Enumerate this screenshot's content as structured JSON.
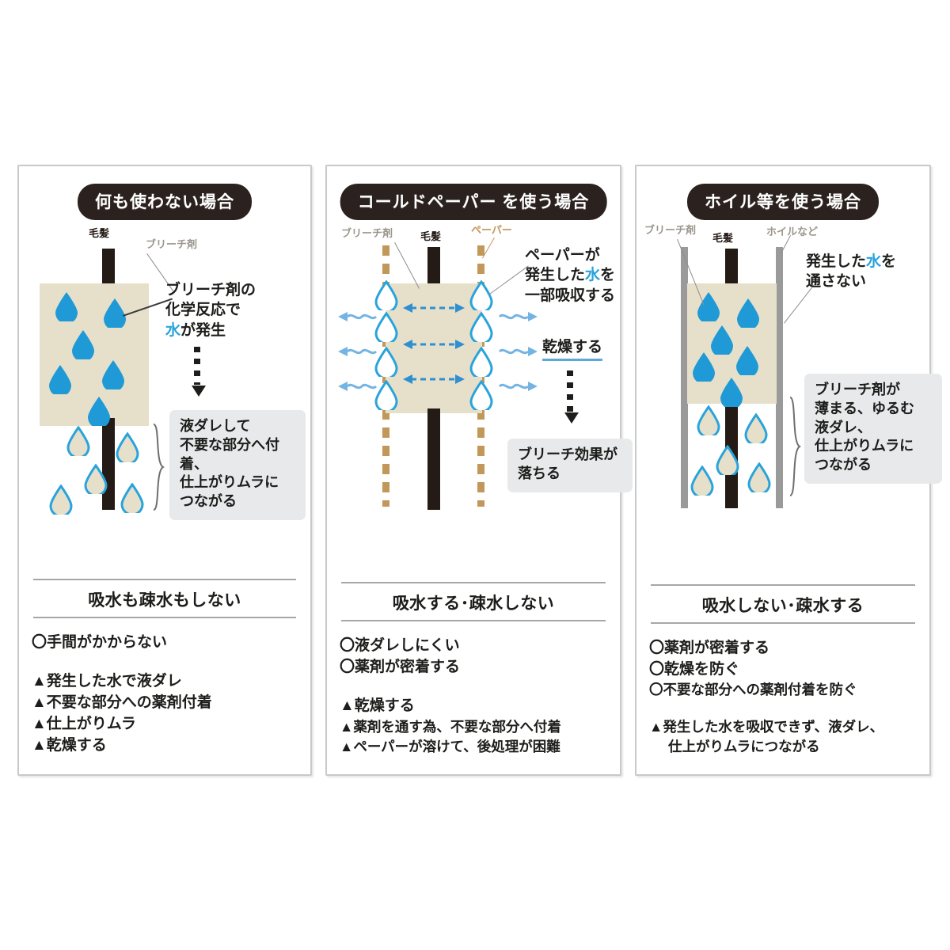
{
  "figure": {
    "accent_blue": "#29a3dc",
    "bleach_beige": "#e6e0cb",
    "paper_tan": "#c2975a",
    "foil_gray": "#9a9a9a",
    "hair_dark": "#241a16",
    "callout_bg": "#e7e9ea"
  },
  "panels": [
    {
      "id": "no-material",
      "title": "何も使わない場合",
      "diagram_labels": {
        "hair": "毛髪",
        "bleach": "ブリーチ剤"
      },
      "annotation": {
        "line1": "ブリーチ剤の",
        "line2": "化学反応で",
        "line3_blue": "水",
        "line3_rest": "が発生"
      },
      "callout": "液ダレして\n不要な部分へ付着、\n仕上がりムラに\nつながる",
      "section_heading": "吸水も疎水もしない",
      "pros": [
        "〇手間がかからない"
      ],
      "cons": [
        "▲発生した水で液ダレ",
        "▲不要な部分への薬剤付着",
        "▲仕上がりムラ",
        "▲乾燥する"
      ]
    },
    {
      "id": "cold-paper",
      "title": "コールドペーパー を使う場合",
      "diagram_labels": {
        "bleach": "ブリーチ剤",
        "hair": "毛髪",
        "paper": "ペーパー"
      },
      "annotation": {
        "line1": "ペーパーが",
        "line2_a": "発生した",
        "line2_blue": "水",
        "line2_b": "を",
        "line3": "一部吸収する"
      },
      "annotation2": "乾燥する",
      "callout": "ブリーチ効果が\n落ちる",
      "section_heading": "吸水する･疎水しない",
      "pros": [
        "〇液ダレしにくい",
        "〇薬剤が密着する"
      ],
      "cons": [
        "▲乾燥する",
        "▲薬剤を通す為、不要な部分へ付着",
        "▲ペーパーが溶けて、後処理が困難"
      ]
    },
    {
      "id": "foil",
      "title": "ホイル等を使う場合",
      "diagram_labels": {
        "bleach": "ブリーチ剤",
        "hair": "毛髪",
        "foil": "ホイルなど"
      },
      "annotation": {
        "line1_a": "発生した",
        "line1_blue": "水",
        "line1_b": "を",
        "line2": "通さない"
      },
      "callout": "ブリーチ剤が\n薄まる、ゆるむ\n液ダレ、\n仕上がりムラに\nつながる",
      "section_heading": "吸水しない･疎水する",
      "pros": [
        "〇薬剤が密着する",
        "〇乾燥を防ぐ",
        "〇不要な部分への薬剤付着を防ぐ"
      ],
      "cons": [
        "▲発生した水を吸収できず、液ダレ、",
        "仕上がりムラにつながる"
      ]
    }
  ]
}
